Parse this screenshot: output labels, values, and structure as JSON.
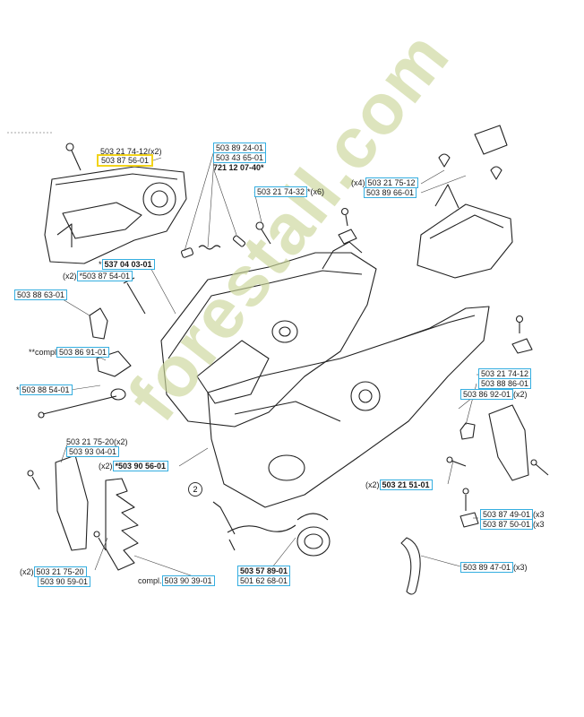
{
  "labels": [
    {
      "id": "l01",
      "pre": "",
      "num": "503 21 74-12",
      "suf": "(x2)",
      "box": false,
      "bold": false,
      "hl": false
    },
    {
      "id": "l02",
      "pre": "",
      "num": "503 87 56-01",
      "suf": "",
      "box": true,
      "bold": false,
      "hl": true
    },
    {
      "id": "l03",
      "pre": "",
      "num": "503 89 24-01",
      "suf": "",
      "box": true,
      "bold": false,
      "hl": false
    },
    {
      "id": "l04",
      "pre": "",
      "num": "503 43 65-01",
      "suf": "",
      "box": true,
      "bold": false,
      "hl": false
    },
    {
      "id": "l05",
      "pre": "",
      "num": "721 12 07-40",
      "suf": "*",
      "box": false,
      "bold": true,
      "hl": false
    },
    {
      "id": "l06",
      "pre": "",
      "num": "503 21 74-32",
      "suf": "*(x6)",
      "box": true,
      "bold": false,
      "hl": false
    },
    {
      "id": "l07",
      "pre": "(x4)",
      "num": "503 21 75-12",
      "suf": "",
      "box": true,
      "bold": false,
      "hl": false
    },
    {
      "id": "l08",
      "pre": "",
      "num": "503 89 66-01",
      "suf": "",
      "box": true,
      "bold": false,
      "hl": false
    },
    {
      "id": "l09",
      "pre": "*",
      "num": "537 04 03-01",
      "suf": "",
      "box": true,
      "bold": true,
      "hl": false
    },
    {
      "id": "l10",
      "pre": "(x2)",
      "num": "*503 87 54-01",
      "suf": "",
      "box": true,
      "bold": false,
      "hl": false
    },
    {
      "id": "l11",
      "pre": "",
      "num": "503 88 63-01",
      "suf": "",
      "box": true,
      "bold": false,
      "hl": false
    },
    {
      "id": "l12",
      "pre": "**compl",
      "num": "503 86 91-01",
      "suf": "",
      "box": true,
      "bold": false,
      "hl": false
    },
    {
      "id": "l13",
      "pre": "*",
      "num": "503 88 54-01",
      "suf": "",
      "box": true,
      "bold": false,
      "hl": false
    },
    {
      "id": "l14",
      "pre": "",
      "num": "503 21 74-12",
      "suf": "",
      "box": true,
      "bold": false,
      "hl": false
    },
    {
      "id": "l15",
      "pre": "",
      "num": "503 88 86-01",
      "suf": "",
      "box": true,
      "bold": false,
      "hl": false
    },
    {
      "id": "l16",
      "pre": "",
      "num": "503 86 92-01",
      "suf": "(x2)",
      "box": true,
      "bold": false,
      "hl": false
    },
    {
      "id": "l17",
      "pre": "",
      "num": "503 21 75-20",
      "suf": "(x2)",
      "box": false,
      "bold": false,
      "hl": false
    },
    {
      "id": "l18",
      "pre": "",
      "num": "503 93 04-01",
      "suf": "",
      "box": true,
      "bold": false,
      "hl": false
    },
    {
      "id": "l19",
      "pre": "(x2)",
      "num": "*503 90 56-01",
      "suf": "",
      "box": true,
      "bold": true,
      "hl": false
    },
    {
      "id": "l20",
      "pre": "(x2)",
      "num": "503 21 51-01",
      "suf": "",
      "box": true,
      "bold": true,
      "hl": false
    },
    {
      "id": "l21",
      "pre": "",
      "num": "503 87 49-01",
      "suf": "(x3",
      "box": true,
      "bold": false,
      "hl": false
    },
    {
      "id": "l22",
      "pre": "",
      "num": "503 87 50-01",
      "suf": "(x3",
      "box": true,
      "bold": false,
      "hl": false
    },
    {
      "id": "l23",
      "pre": "(x2)",
      "num": "503 21 75-20",
      "suf": "",
      "box": true,
      "bold": false,
      "hl": false
    },
    {
      "id": "l24",
      "pre": "",
      "num": "503 90 59-01",
      "suf": "",
      "box": true,
      "bold": false,
      "hl": false
    },
    {
      "id": "l25",
      "pre": "compl.",
      "num": "503 90 39-01",
      "suf": "",
      "box": true,
      "bold": false,
      "hl": false
    },
    {
      "id": "l26",
      "pre": "",
      "num": "503 57 89-01",
      "suf": "",
      "box": true,
      "bold": true,
      "hl": false
    },
    {
      "id": "l27",
      "pre": "",
      "num": "501 62 68-01",
      "suf": "",
      "box": true,
      "bold": false,
      "hl": false
    },
    {
      "id": "l28",
      "pre": "",
      "num": "503 89 47-01",
      "suf": "(x3)",
      "box": true,
      "bold": false,
      "hl": false
    }
  ],
  "marker": "2",
  "watermark": "forestall.com"
}
